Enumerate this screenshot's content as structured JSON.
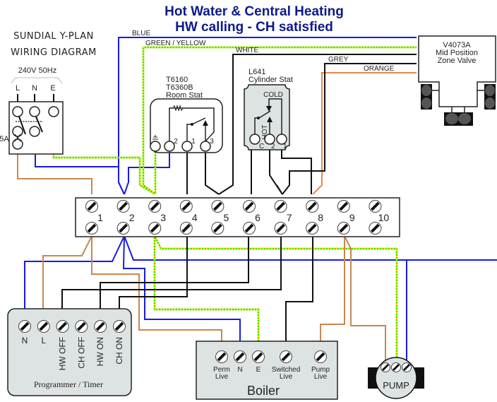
{
  "title": {
    "line1": "Hot Water & Central Heating",
    "line2": "HW calling - CH satisfied"
  },
  "subtitle": {
    "line1": "SUNDIAL Y-PLAN",
    "line2": "WIRING DIAGRAM"
  },
  "supply": {
    "label": "240V 50Hz",
    "terminals": [
      "L",
      "N",
      "E"
    ],
    "fuse_label": "5A"
  },
  "wire_labels": {
    "blue": "BLUE",
    "green_yellow": "GREEN / YELLOW",
    "white": "WHITE",
    "grey": "GREY",
    "orange": "ORANGE"
  },
  "room_stat": {
    "line1": "T6160",
    "line2": "T6360B",
    "line3": "Room Stat",
    "terminals": [
      "2",
      "1",
      "3"
    ]
  },
  "cylinder_stat": {
    "line1": "L641",
    "line2": "Cylinder Stat",
    "cold": "COLD",
    "hot": "HOT",
    "terminals": [
      "C",
      "2",
      "1"
    ]
  },
  "zone_valve": {
    "line1": "V4073A",
    "line2": "Mid Position",
    "line3": "Zone Valve"
  },
  "junction_box": {
    "terminals": [
      "1",
      "2",
      "3",
      "4",
      "5",
      "6",
      "7",
      "8",
      "9",
      "10"
    ]
  },
  "programmer": {
    "label": "Programmer / Timer",
    "terminals": [
      "N",
      "L",
      "HW OFF",
      "CH OFF",
      "HW ON",
      "CH ON"
    ]
  },
  "boiler": {
    "label": "Boiler",
    "terminals": [
      {
        "line1": "Perm",
        "line2": "Live"
      },
      {
        "line1": "N",
        "line2": ""
      },
      {
        "line1": "E",
        "line2": ""
      },
      {
        "line1": "Switched",
        "line2": "Live"
      },
      {
        "line1": "Pump",
        "line2": "Live"
      }
    ]
  },
  "pump": {
    "label": "PUMP"
  },
  "colors": {
    "title": "#0b1a8c",
    "blue_wire": "#1a1ae6",
    "brown_wire": "#c8874f",
    "orange_wire": "#e8874f",
    "green_yellow_wire": "#33dd00",
    "device_fill": "#dde3e3"
  }
}
